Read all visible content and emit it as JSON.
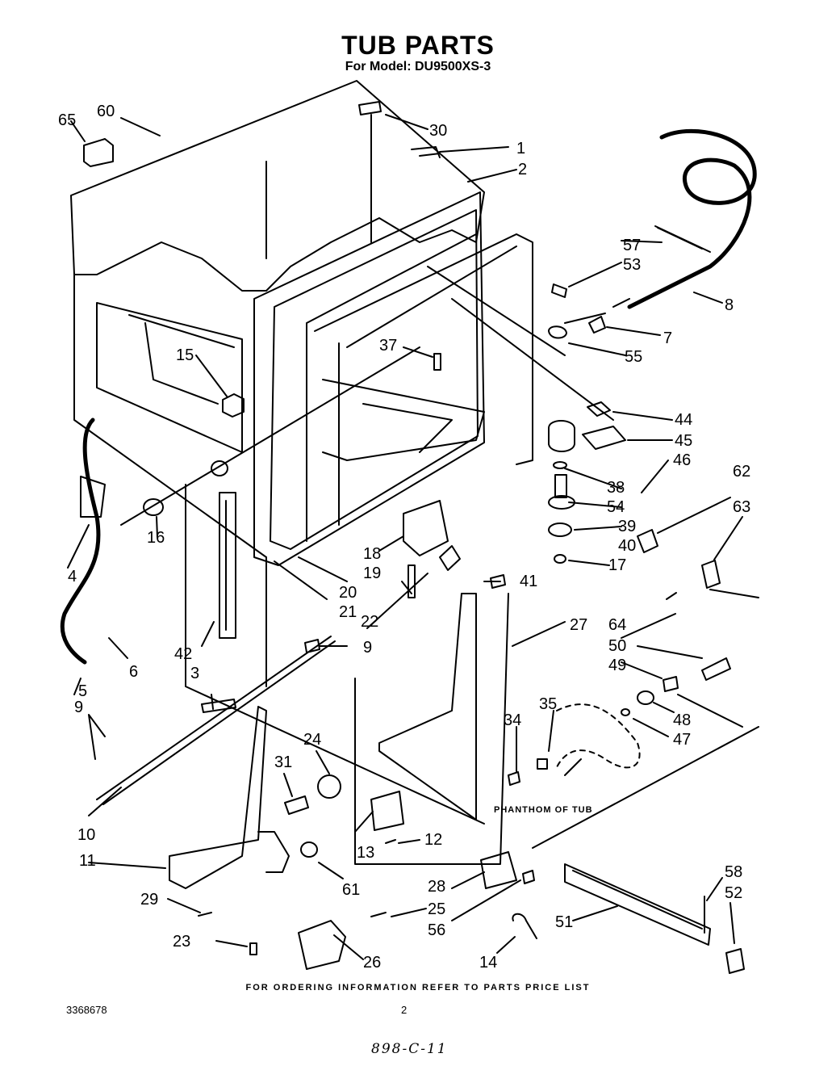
{
  "title": "TUB PARTS",
  "subtitle": "For Model: DU9500XS-3",
  "phantom_label": "PHANTHOM OF TUB",
  "footer_note": "FOR ORDERING INFORMATION REFER TO PARTS PRICE LIST",
  "doc_number": "3368678",
  "page_number": "2",
  "handwritten_code": "898-C-11",
  "part_callouts": [
    "65",
    "60",
    "30",
    "1",
    "2",
    "57",
    "53",
    "8",
    "7",
    "55",
    "37",
    "15",
    "44",
    "45",
    "46",
    "62",
    "63",
    "38",
    "54",
    "39",
    "40",
    "17",
    "16",
    "18",
    "19",
    "41",
    "20",
    "21",
    "4",
    "9",
    "22",
    "27",
    "64",
    "50",
    "49",
    "6",
    "42",
    "3",
    "5",
    "9",
    "10",
    "24",
    "31",
    "35",
    "34",
    "48",
    "47",
    "13",
    "12",
    "11",
    "61",
    "28",
    "25",
    "56",
    "29",
    "23",
    "26",
    "14",
    "51",
    "58",
    "52"
  ]
}
